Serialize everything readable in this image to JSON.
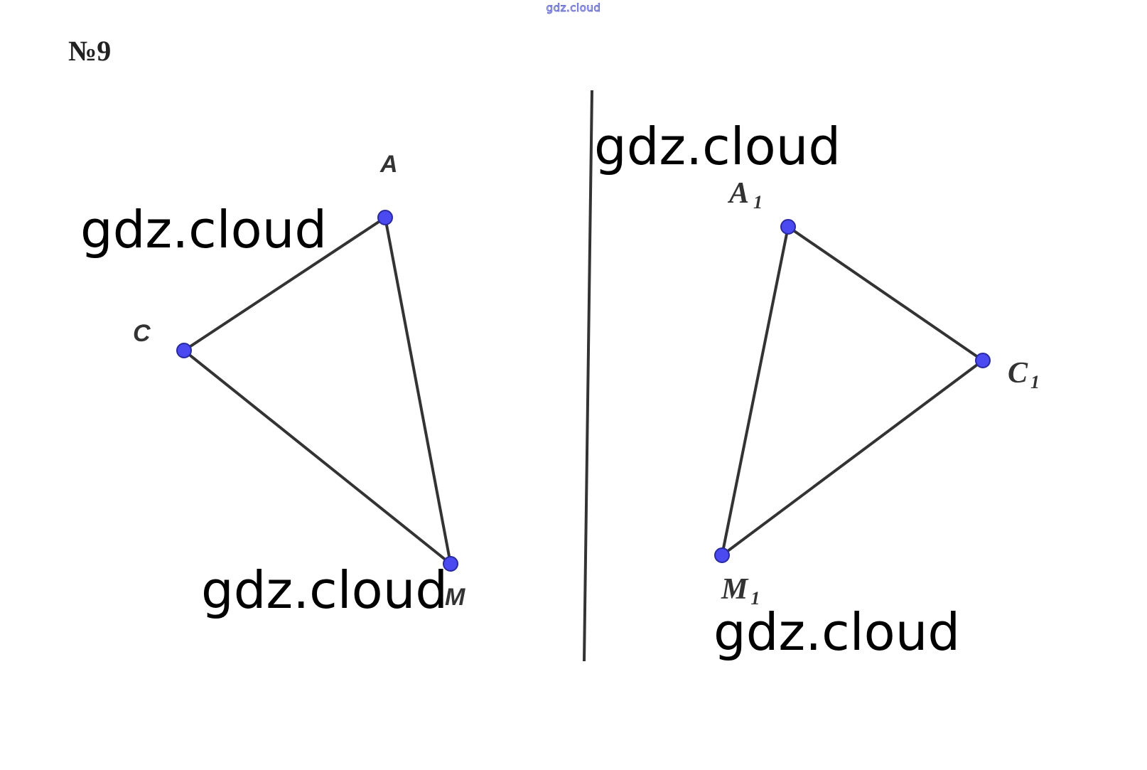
{
  "header": {
    "watermark": "gdz.cloud",
    "problem_number": "№9"
  },
  "figure": {
    "original_triangle": {
      "labels": {
        "A": "A",
        "C": "C",
        "M": "M"
      }
    },
    "image_triangle": {
      "labels": {
        "A1_main": "A",
        "A1_sub": "1",
        "C1_main": "C",
        "C1_sub": "1",
        "M1_main": "M",
        "M1_sub": "1"
      }
    }
  },
  "watermarks": [
    "gdz.cloud",
    "gdz.cloud",
    "gdz.cloud",
    "gdz.cloud"
  ],
  "colors": {
    "point_fill": "#4a4af0",
    "point_stroke": "#2a2aa0",
    "line": "#333333"
  }
}
